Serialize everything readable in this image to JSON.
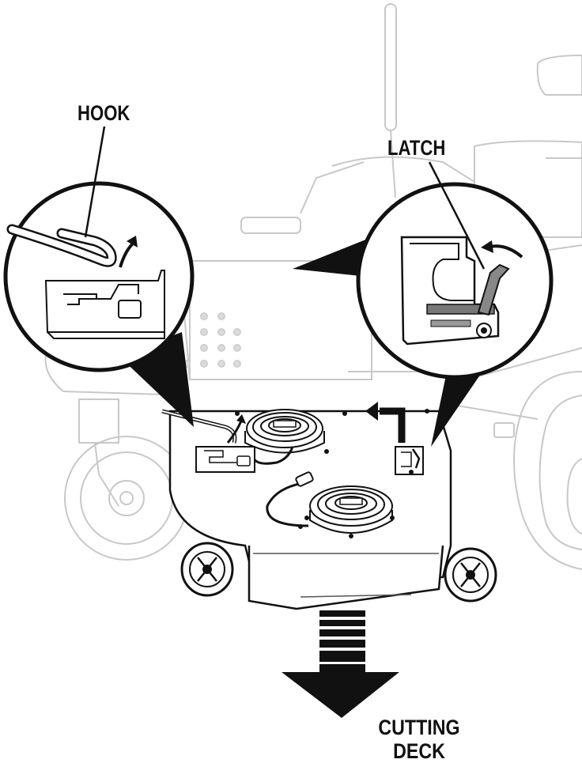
{
  "labels": {
    "hook": "HOOK",
    "latch": "LATCH",
    "deck_line1": "CUTTING",
    "deck_line2": "DECK"
  },
  "colors": {
    "ink": "#111111",
    "faint": "#c8c8c8",
    "mid": "#8a8a8a",
    "deck_fill": "#ffffff",
    "arrow": "#111111"
  }
}
